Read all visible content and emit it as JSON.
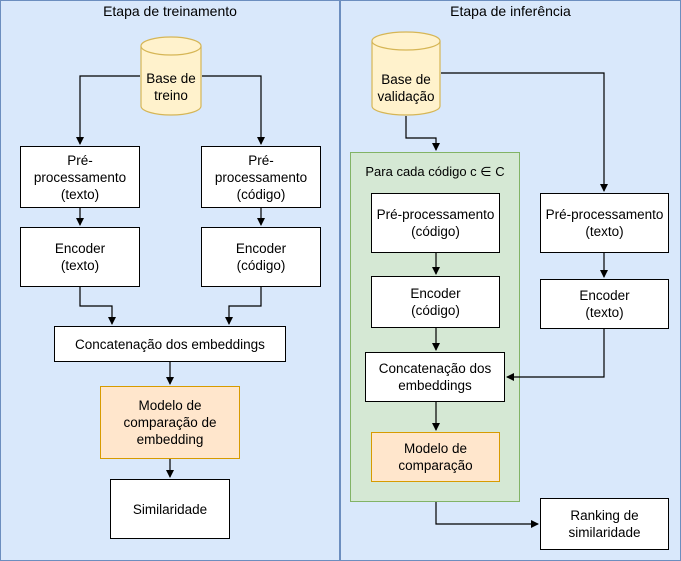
{
  "training": {
    "title": "Etapa de treinamento",
    "db": "Base de\ntreino",
    "pre_text": "Pré-\nprocessamento\n(texto)",
    "pre_code": "Pré-\nprocessamento\n(código)",
    "enc_text": "Encoder\n(texto)",
    "enc_code": "Encoder\n(código)",
    "concat": "Concatenação dos embeddings",
    "model": "Modelo de\ncomparação de\nembedding",
    "similarity": "Similaridade"
  },
  "inference": {
    "title": "Etapa de inferência",
    "db": "Base de\nvalidação",
    "group_title": "Para cada código c ∈ C",
    "pre_code": "Pré-processamento\n(código)",
    "enc_code": "Encoder\n(código)",
    "concat": "Concatenação dos\nembeddings",
    "model": "Modelo de\ncomparação",
    "pre_text": "Pré-processamento\n(texto)",
    "enc_text": "Encoder\n(texto)",
    "ranking": "Ranking de\nsimilaridade"
  },
  "colors": {
    "panel_fill": "#d9e8fb",
    "panel_border": "#6c8ebf",
    "database_fill": "#fff2cc",
    "database_border": "#d6b656",
    "group_fill": "#d5e8d4",
    "group_border": "#82b366",
    "model_fill": "#ffe6cc",
    "model_border": "#d79b00"
  }
}
